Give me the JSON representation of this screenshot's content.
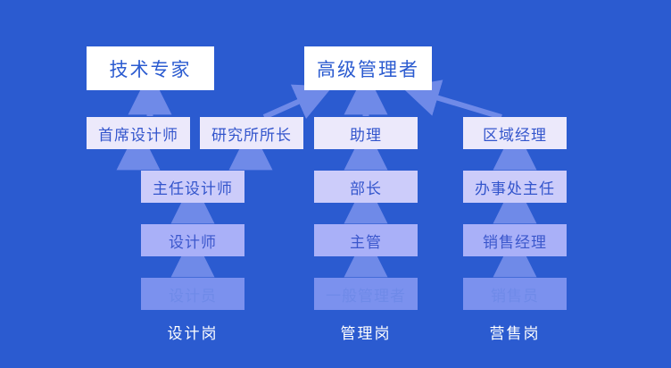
{
  "theme": {
    "background": "#2b5bd0",
    "top_box_fill": "#ffffff",
    "top_box_text": "#2b5bd0",
    "level2_fill": "#ece9fb",
    "level3_fill": "#ccccfa",
    "level4_fill": "#a9b0f8",
    "level5_fill": "#7b91ee",
    "box_text": "#3355cc",
    "faded_text": "#6f8ae8",
    "arrow_color": "#6f8ae8",
    "column_label_text": "#ffffff"
  },
  "chart_data": {
    "type": "diagram",
    "title": "",
    "description": "Career progression org chart with three job tracks converging to two senior roles",
    "tracks": [
      {
        "label": "设计岗",
        "levels": [
          "设计员",
          "设计师",
          "主任设计师",
          "首席设计师",
          "技术专家"
        ]
      },
      {
        "label": "管理岗",
        "levels": [
          "一般管理者",
          "主管",
          "部长",
          "助理",
          "高级管理者"
        ]
      },
      {
        "label": "营售岗",
        "levels": [
          "销售员",
          "销售经理",
          "办事处主任",
          "区域经理",
          "高级管理者"
        ]
      }
    ],
    "edges": [
      {
        "from": "设计员",
        "to": "设计师",
        "style": "vertical"
      },
      {
        "from": "设计师",
        "to": "主任设计师",
        "style": "vertical"
      },
      {
        "from": "主任设计师",
        "to": "首席设计师",
        "style": "vertical"
      },
      {
        "from": "主任设计师",
        "to": "研究所所长",
        "style": "vertical"
      },
      {
        "from": "首席设计师",
        "to": "技术专家",
        "style": "vertical"
      },
      {
        "from": "研究所所长",
        "to": "高级管理者",
        "style": "diagonal"
      },
      {
        "from": "一般管理者",
        "to": "主管",
        "style": "vertical"
      },
      {
        "from": "主管",
        "to": "部长",
        "style": "vertical"
      },
      {
        "from": "部长",
        "to": "助理",
        "style": "vertical"
      },
      {
        "from": "助理",
        "to": "高级管理者",
        "style": "vertical"
      },
      {
        "from": "销售员",
        "to": "销售经理",
        "style": "vertical"
      },
      {
        "from": "销售经理",
        "to": "办事处主任",
        "style": "vertical"
      },
      {
        "from": "办事处主任",
        "to": "区域经理",
        "style": "vertical"
      },
      {
        "from": "区域经理",
        "to": "高级管理者",
        "style": "diagonal"
      }
    ]
  },
  "nodes": {
    "tech_expert": "技术专家",
    "senior_manager": "高级管理者",
    "chief_designer": "首席设计师",
    "institute_director": "研究所所长",
    "assistant": "助理",
    "regional_manager": "区域经理",
    "lead_designer": "主任设计师",
    "department_head": "部长",
    "office_director": "办事处主任",
    "designer": "设计师",
    "supervisor": "主管",
    "sales_manager": "销售经理",
    "junior_designer": "设计员",
    "general_manager": "一般管理者",
    "salesperson": "销售员"
  },
  "column_labels": {
    "design": "设计岗",
    "management": "管理岗",
    "sales": "营售岗"
  }
}
